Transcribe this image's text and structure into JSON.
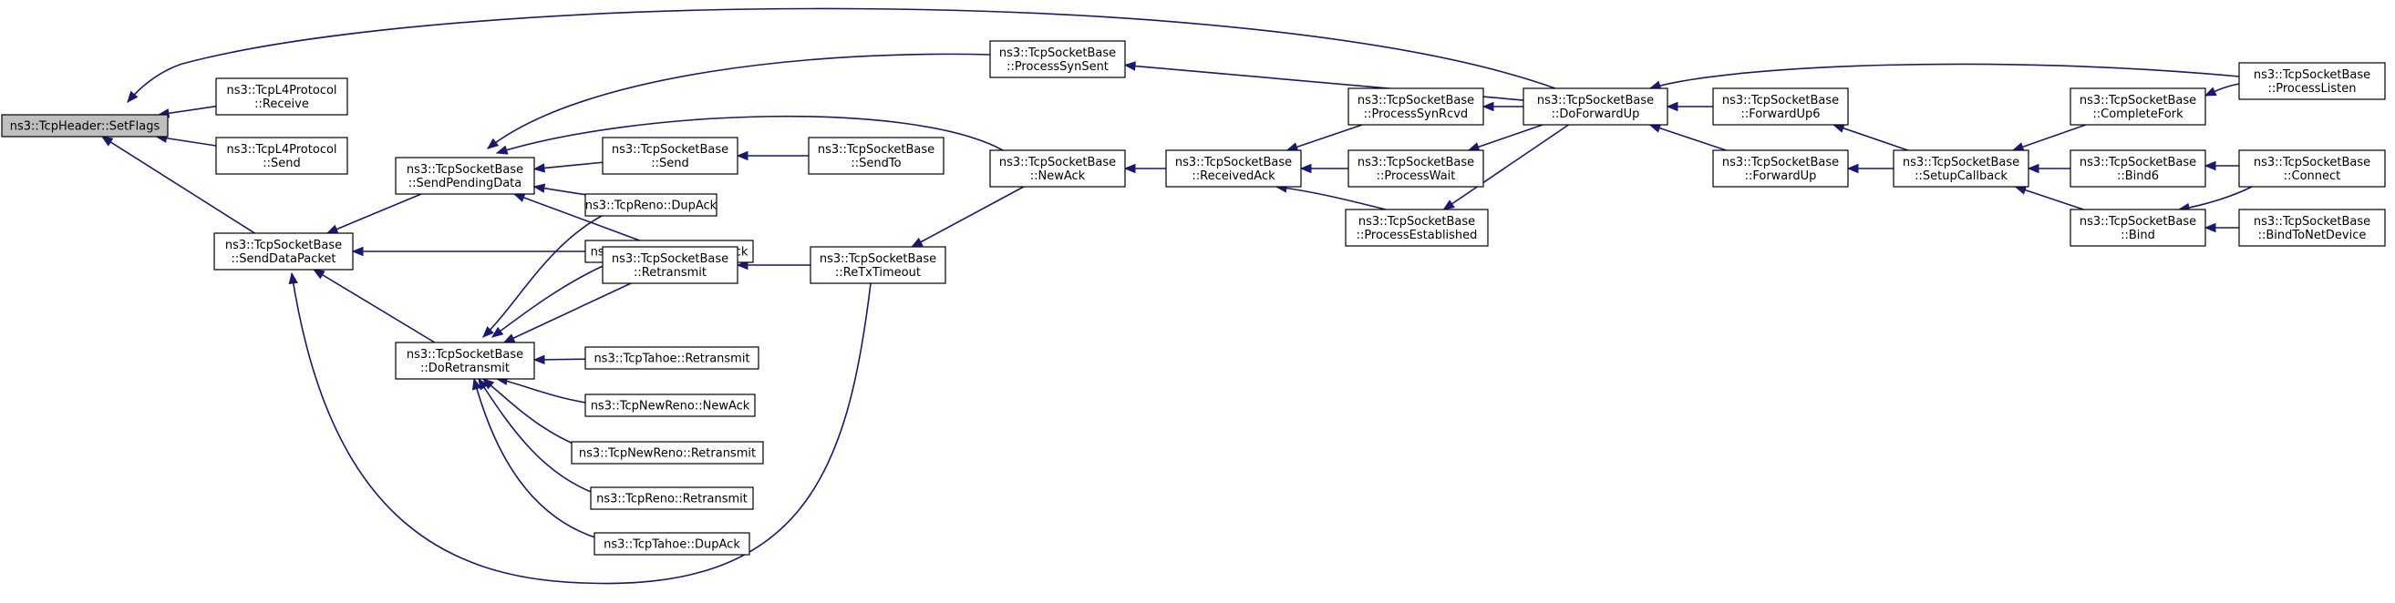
{
  "nodes": [
    {
      "id": "setflags",
      "lines": [
        "ns3::TcpHeader::SetFlags"
      ],
      "root": true
    },
    {
      "id": "l4receive",
      "lines": [
        "ns3::TcpL4Protocol",
        "::Receive"
      ]
    },
    {
      "id": "l4send",
      "lines": [
        "ns3::TcpL4Protocol",
        "::Send"
      ]
    },
    {
      "id": "senddatapacket",
      "lines": [
        "ns3::TcpSocketBase",
        "::SendDataPacket"
      ]
    },
    {
      "id": "sendpendingdata",
      "lines": [
        "ns3::TcpSocketBase",
        "::SendPendingData"
      ]
    },
    {
      "id": "doretransmit",
      "lines": [
        "ns3::TcpSocketBase",
        "::DoRetransmit"
      ]
    },
    {
      "id": "send",
      "lines": [
        "ns3::TcpSocketBase",
        "::Send"
      ]
    },
    {
      "id": "sendto",
      "lines": [
        "ns3::TcpSocketBase",
        "::SendTo"
      ]
    },
    {
      "id": "renodupack",
      "lines": [
        "ns3::TcpReno::DupAck"
      ]
    },
    {
      "id": "newrenodupack",
      "lines": [
        "ns3::TcpNewReno::DupAck"
      ]
    },
    {
      "id": "retransmit",
      "lines": [
        "ns3::TcpSocketBase",
        "::Retransmit"
      ]
    },
    {
      "id": "tahoeretransmit",
      "lines": [
        "ns3::TcpTahoe::Retransmit"
      ]
    },
    {
      "id": "newrenonewack",
      "lines": [
        "ns3::TcpNewReno::NewAck"
      ]
    },
    {
      "id": "newrenoretransmit",
      "lines": [
        "ns3::TcpNewReno::Retransmit"
      ]
    },
    {
      "id": "renoretransmit",
      "lines": [
        "ns3::TcpReno::Retransmit"
      ]
    },
    {
      "id": "tahoedupack",
      "lines": [
        "ns3::TcpTahoe::DupAck"
      ]
    },
    {
      "id": "processsynsent",
      "lines": [
        "ns3::TcpSocketBase",
        "::ProcessSynSent"
      ]
    },
    {
      "id": "newack",
      "lines": [
        "ns3::TcpSocketBase",
        "::NewAck"
      ]
    },
    {
      "id": "retxtimeout",
      "lines": [
        "ns3::TcpSocketBase",
        "::ReTxTimeout"
      ]
    },
    {
      "id": "receivedack",
      "lines": [
        "ns3::TcpSocketBase",
        "::ReceivedAck"
      ]
    },
    {
      "id": "processsynrcvd",
      "lines": [
        "ns3::TcpSocketBase",
        "::ProcessSynRcvd"
      ]
    },
    {
      "id": "processwait",
      "lines": [
        "ns3::TcpSocketBase",
        "::ProcessWait"
      ]
    },
    {
      "id": "processestablished",
      "lines": [
        "ns3::TcpSocketBase",
        "::ProcessEstablished"
      ]
    },
    {
      "id": "doforwardup",
      "lines": [
        "ns3::TcpSocketBase",
        "::DoForwardUp"
      ]
    },
    {
      "id": "forwardup6",
      "lines": [
        "ns3::TcpSocketBase",
        "::ForwardUp6"
      ]
    },
    {
      "id": "forwardup",
      "lines": [
        "ns3::TcpSocketBase",
        "::ForwardUp"
      ]
    },
    {
      "id": "setupcallback",
      "lines": [
        "ns3::TcpSocketBase",
        "::SetupCallback"
      ]
    },
    {
      "id": "completefork",
      "lines": [
        "ns3::TcpSocketBase",
        "::CompleteFork"
      ]
    },
    {
      "id": "bind6",
      "lines": [
        "ns3::TcpSocketBase",
        "::Bind6"
      ]
    },
    {
      "id": "bind",
      "lines": [
        "ns3::TcpSocketBase",
        "::Bind"
      ]
    },
    {
      "id": "processlisten",
      "lines": [
        "ns3::TcpSocketBase",
        "::ProcessListen"
      ]
    },
    {
      "id": "connect",
      "lines": [
        "ns3::TcpSocketBase",
        "::Connect"
      ]
    },
    {
      "id": "bindtonetdevice",
      "lines": [
        "ns3::TcpSocketBase",
        "::BindToNetDevice"
      ]
    }
  ],
  "edges": [
    {
      "from": "l4receive",
      "to": "setflags"
    },
    {
      "from": "l4send",
      "to": "setflags"
    },
    {
      "from": "senddatapacket",
      "to": "setflags"
    },
    {
      "from": "doforwardup",
      "to": "setflags"
    },
    {
      "from": "sendpendingdata",
      "to": "senddatapacket"
    },
    {
      "from": "doretransmit",
      "to": "senddatapacket"
    },
    {
      "from": "newrenodupack",
      "to": "senddatapacket"
    },
    {
      "from": "retxtimeout",
      "to": "senddatapacket"
    },
    {
      "from": "send",
      "to": "sendpendingdata"
    },
    {
      "from": "renodupack",
      "to": "sendpendingdata"
    },
    {
      "from": "newrenodupack",
      "to": "sendpendingdata"
    },
    {
      "from": "processsynsent",
      "to": "sendpendingdata"
    },
    {
      "from": "newack",
      "to": "sendpendingdata"
    },
    {
      "from": "sendto",
      "to": "send"
    },
    {
      "from": "renodupack",
      "to": "doretransmit"
    },
    {
      "from": "newrenodupack",
      "to": "doretransmit"
    },
    {
      "from": "retransmit",
      "to": "doretransmit"
    },
    {
      "from": "tahoeretransmit",
      "to": "doretransmit"
    },
    {
      "from": "newrenonewack",
      "to": "doretransmit"
    },
    {
      "from": "newrenoretransmit",
      "to": "doretransmit"
    },
    {
      "from": "renoretransmit",
      "to": "doretransmit"
    },
    {
      "from": "tahoedupack",
      "to": "doretransmit"
    },
    {
      "from": "retxtimeout",
      "to": "retransmit"
    },
    {
      "from": "newack",
      "to": "retxtimeout"
    },
    {
      "from": "receivedack",
      "to": "newack"
    },
    {
      "from": "processsynrcvd",
      "to": "receivedack"
    },
    {
      "from": "processwait",
      "to": "receivedack"
    },
    {
      "from": "processestablished",
      "to": "receivedack"
    },
    {
      "from": "doforwardup",
      "to": "processsynsent"
    },
    {
      "from": "doforwardup",
      "to": "processsynrcvd"
    },
    {
      "from": "doforwardup",
      "to": "processwait"
    },
    {
      "from": "doforwardup",
      "to": "processestablished"
    },
    {
      "from": "forwardup6",
      "to": "doforwardup"
    },
    {
      "from": "forwardup",
      "to": "doforwardup"
    },
    {
      "from": "processlisten",
      "to": "doforwardup"
    },
    {
      "from": "setupcallback",
      "to": "forwardup6"
    },
    {
      "from": "setupcallback",
      "to": "forwardup"
    },
    {
      "from": "completefork",
      "to": "setupcallback"
    },
    {
      "from": "bind6",
      "to": "setupcallback"
    },
    {
      "from": "bind",
      "to": "setupcallback"
    },
    {
      "from": "processlisten",
      "to": "completefork"
    },
    {
      "from": "connect",
      "to": "bind6"
    },
    {
      "from": "connect",
      "to": "bind"
    },
    {
      "from": "bindtonetdevice",
      "to": "bind"
    }
  ],
  "colors": {
    "edge": "#191970",
    "root_fill": "#bfbfbf",
    "node_fill": "#ffffff",
    "node_border": "#000000"
  }
}
